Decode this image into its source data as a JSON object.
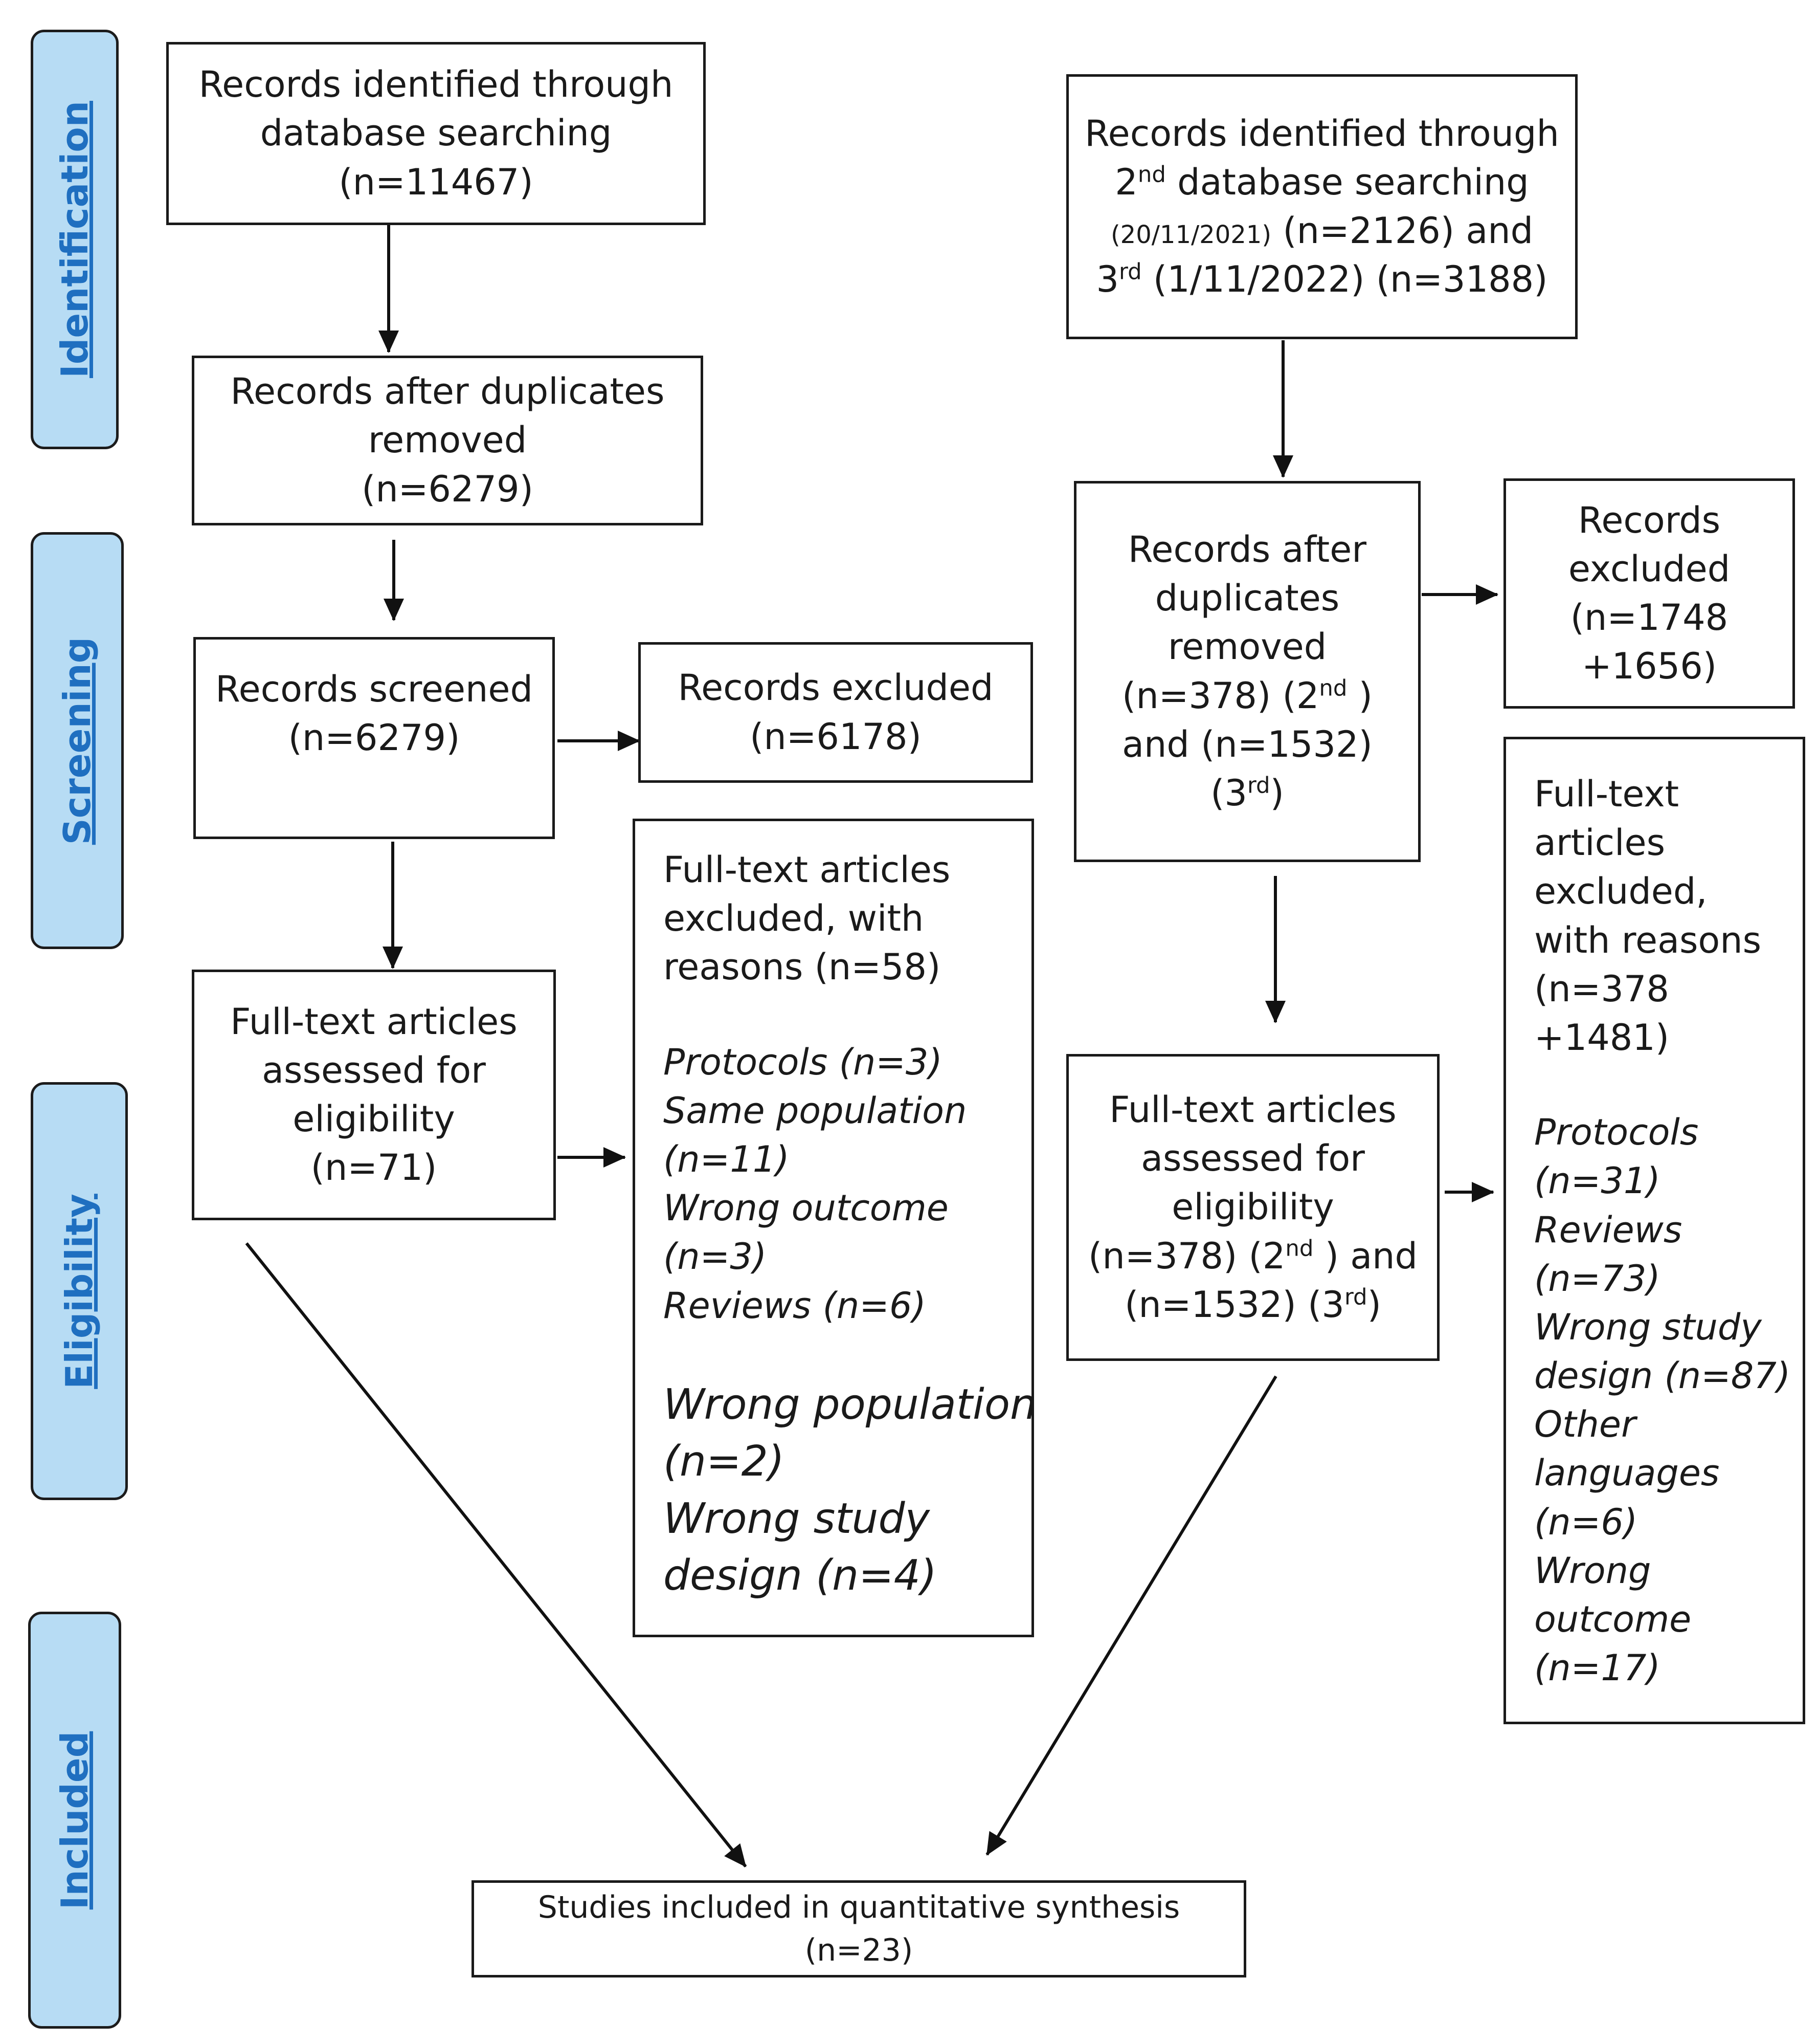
{
  "phases": {
    "identification": "Identification",
    "screening": "Screening",
    "eligibility": "Eligibility",
    "included": "Included"
  },
  "first_search": {
    "identified": [
      "Records identified through",
      "database searching",
      "(n=11467)"
    ],
    "after_duplicates": [
      "Records after duplicates",
      "removed",
      "(n=6279)"
    ],
    "screened": [
      "Records screened",
      "(n=6279)"
    ],
    "excluded": [
      "Records excluded",
      "(n=6178)"
    ],
    "assessed": [
      "Full-text articles",
      "assessed for",
      "eligibility",
      "(n=71)"
    ],
    "fulltext_excluded": {
      "header": [
        "Full-text articles",
        "excluded, with",
        "reasons (n=58)"
      ],
      "reasons": [
        "Protocols (n=3)",
        "Same population",
        "(n=11)",
        "Wrong outcome",
        "(n=3)",
        "Reviews (n=6)"
      ],
      "reasons_large": [
        "Wrong population",
        "(n=2)",
        "Wrong study",
        "design (n=4)"
      ]
    }
  },
  "later_searches": {
    "identified": {
      "line1": "Records identified through",
      "line2_a": "2",
      "line2_sup": "nd",
      "line2_b": " database searching",
      "line3_date": "(20/11/2021)",
      "line3_rest": " (n=2126) and",
      "line4_a": "3",
      "line4_sup": "rd",
      "line4_b": " (1/11/2022) (n=3188)"
    },
    "after_duplicates": {
      "lines": [
        "Records after",
        "duplicates",
        "removed"
      ],
      "line4_a": "(n=378) (2",
      "line4_sup": "nd",
      "line4_b": " )",
      "line5": "and (n=1532)",
      "line6_a": "(3",
      "line6_sup": "rd",
      "line6_b": ")"
    },
    "excluded": [
      "Records",
      "excluded",
      "(n=1748",
      "+1656)"
    ],
    "assessed": {
      "lines": [
        "Full-text articles",
        "assessed for",
        "eligibility"
      ],
      "line4_a": "(n=378) (2",
      "line4_sup": "nd",
      "line4_b": " ) and",
      "line5_a": "(n=1532) (3",
      "line5_sup": "rd",
      "line5_b": ")"
    },
    "fulltext_excluded": {
      "header": [
        "Full-text",
        "articles",
        "excluded,",
        "with reasons",
        "(n=378",
        "+1481)"
      ],
      "reasons": [
        "Protocols",
        "(n=31)",
        "Reviews",
        "(n=73)",
        "Wrong study",
        "design (n=87)",
        "Other",
        "languages",
        "(n=6)",
        "Wrong",
        "outcome",
        "(n=17)"
      ]
    }
  },
  "included": [
    "Studies included in quantitative synthesis",
    "(n=23)"
  ]
}
